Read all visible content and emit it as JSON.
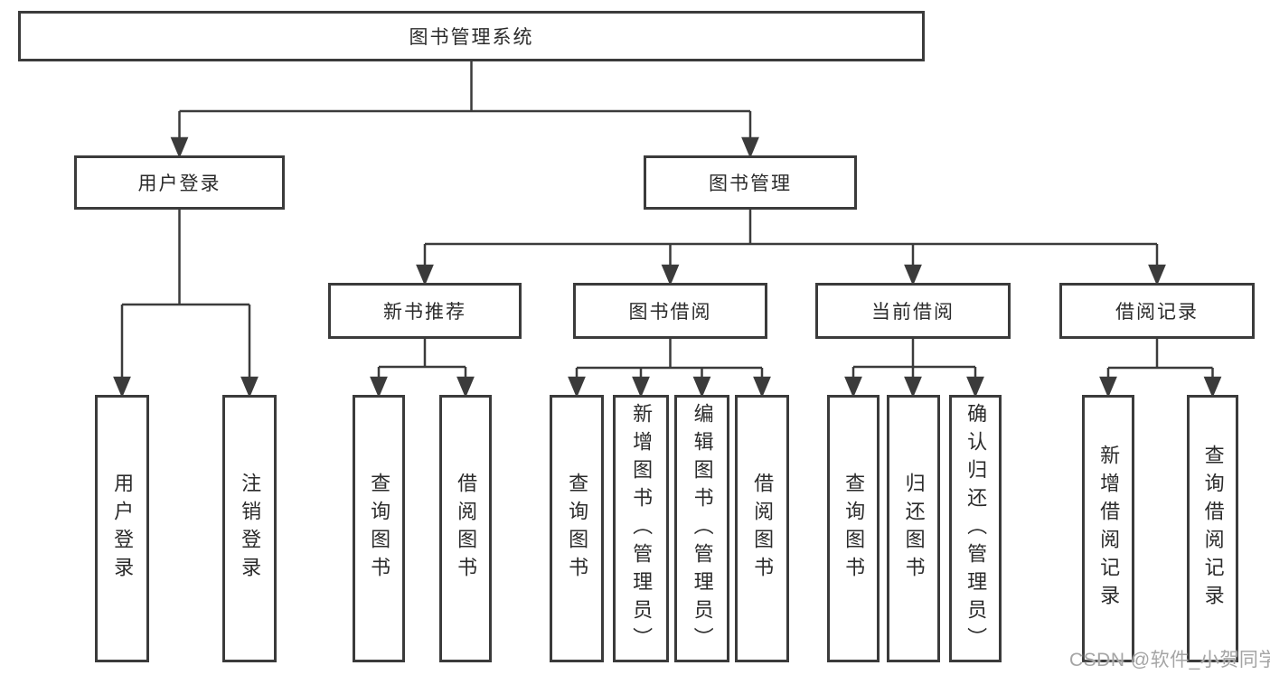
{
  "diagram": {
    "type": "tree-diagram",
    "colors": {
      "line": "#3b3b3b",
      "border": "#3b3b3b",
      "text": "#2b2b2b",
      "watermark": "#a5a5a5",
      "background": "#ffffff"
    },
    "watermark": "CSDN @软件_小贺同学",
    "tree": {
      "label": "图书管理系统",
      "children": [
        {
          "label": "用户登录",
          "children": [
            {
              "label": "用户登录"
            },
            {
              "label": "注销登录"
            }
          ]
        },
        {
          "label": "图书管理",
          "children": [
            {
              "label": "新书推荐",
              "children": [
                {
                  "label": "查询图书"
                },
                {
                  "label": "借阅图书"
                }
              ]
            },
            {
              "label": "图书借阅",
              "children": [
                {
                  "label": "查询图书"
                },
                {
                  "label": "新增图书（管理员）"
                },
                {
                  "label": "编辑图书（管理员）"
                },
                {
                  "label": "借阅图书"
                }
              ]
            },
            {
              "label": "当前借阅",
              "children": [
                {
                  "label": "查询图书"
                },
                {
                  "label": "归还图书"
                },
                {
                  "label": "确认归还（管理员）"
                }
              ]
            },
            {
              "label": "借阅记录",
              "children": [
                {
                  "label": "新增借阅记录"
                },
                {
                  "label": "查询借阅记录"
                }
              ]
            }
          ]
        }
      ]
    }
  }
}
